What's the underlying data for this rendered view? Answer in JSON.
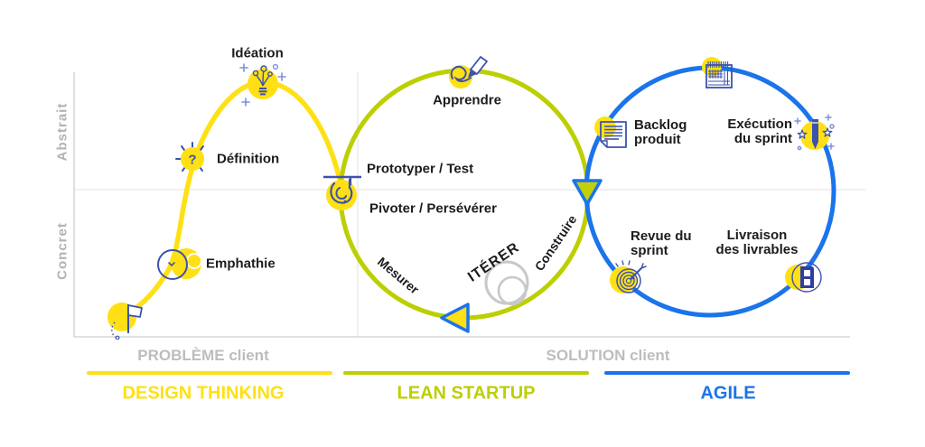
{
  "colors": {
    "design_thinking_yellow": "#FFE014",
    "lean_startup_green": "#BCCF00",
    "agile_blue": "#1B74EA",
    "axis_gray": "#BDBDBD",
    "icon_outline_indigo": "#3D52AC"
  },
  "axes": {
    "y_top": "Abstrait",
    "y_bottom": "Concret",
    "x_left_zone": "PROBLÈME client",
    "x_right_zone": "SOLUTION client"
  },
  "design_thinking": {
    "title": "DESIGN THINKING",
    "start_icon": "flag-icon",
    "steps": [
      {
        "label": "Emphathie",
        "icon": "smiley-face-icon"
      },
      {
        "label": "Définition",
        "icon": "question-mark-icon",
        "icon_glyph": "?"
      },
      {
        "label": "Idéation",
        "icon": "lightbulb-ideas-icon"
      }
    ]
  },
  "lean_startup": {
    "title": "LEAN STARTUP",
    "junction_icon": "hand-grip-icon",
    "loop_icon": "loop-circles-icon",
    "direction_markers": [
      "down-triangle-marker",
      "left-triangle-marker"
    ],
    "top_step": {
      "label": "Apprendre",
      "icon": "pencil-scribble-icon"
    },
    "inner_labels": [
      "Prototyper / Test",
      "Pivoter / Persévérer"
    ],
    "cycle_labels": [
      "Mesurer",
      "ITÉRER",
      "Construire"
    ]
  },
  "agile": {
    "title": "AGILE",
    "top_icon": "calendar-icon",
    "steps": [
      {
        "label": "Backlog\nproduit",
        "icon": "notepad-icon"
      },
      {
        "label": "Exécution\ndu sprint",
        "icon": "pencil-stars-icon"
      },
      {
        "label": "Revue du\nsprint",
        "icon": "target-dart-icon"
      },
      {
        "label": "Livraison\ndes livrables",
        "icon": "door-delivery-icon"
      }
    ]
  }
}
